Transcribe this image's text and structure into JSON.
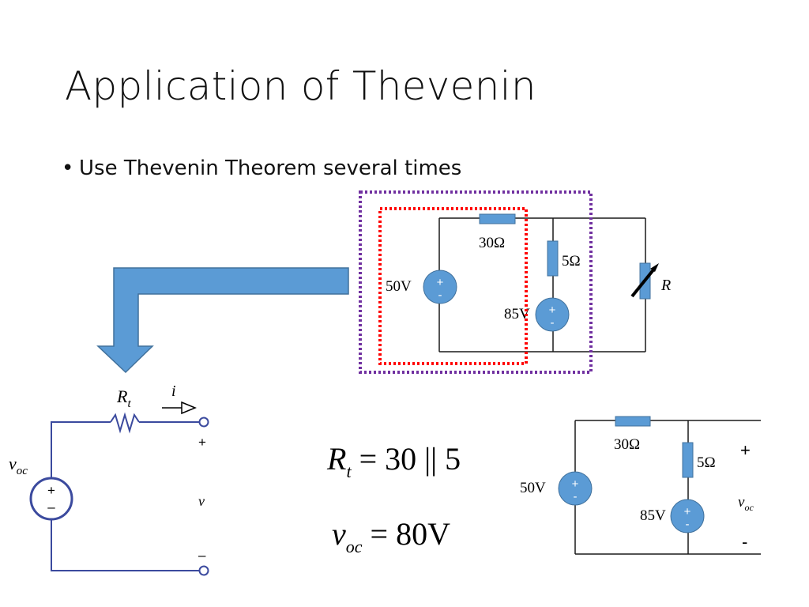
{
  "slide": {
    "title": "Application of Thevenin",
    "bullet": "Use Thevenin Theorem several times",
    "bullet_mark": "•"
  },
  "top_circuit": {
    "resistor_30": "30Ω",
    "resistor_5": "5Ω",
    "source_50": "50V",
    "source_85": "85V",
    "variable_resistor": "R",
    "plus": "+",
    "minus": "-"
  },
  "thevenin_circuit": {
    "rt_main": "R",
    "rt_sub": "t",
    "current": "i",
    "voc_main": "v",
    "voc_sub": "oc",
    "terminal_plus": "+",
    "terminal_minus": "–",
    "voltage": "v",
    "source_plus": "+",
    "source_minus": "–"
  },
  "equations": {
    "rt_main": "R",
    "rt_sub": "t",
    "rt_rhs": "= 30 || 5",
    "voc_main": "v",
    "voc_sub": "oc",
    "voc_rhs": "= 80V"
  },
  "bottom_circuit": {
    "resistor_30": "30Ω",
    "resistor_5": "5Ω",
    "source_50": "50V",
    "source_85": "85V",
    "plus": "+",
    "minus": "-",
    "out_plus": "+",
    "out_minus": "-",
    "voc_main": "v",
    "voc_sub": "oc"
  },
  "colors": {
    "component_blue": "#5b9bd5",
    "component_stroke": "#41719c",
    "wire": "#1a1a1a",
    "thevenin_wire": "#3b4a9e",
    "red_box": "#ff0000",
    "purple_box": "#7030a0"
  }
}
